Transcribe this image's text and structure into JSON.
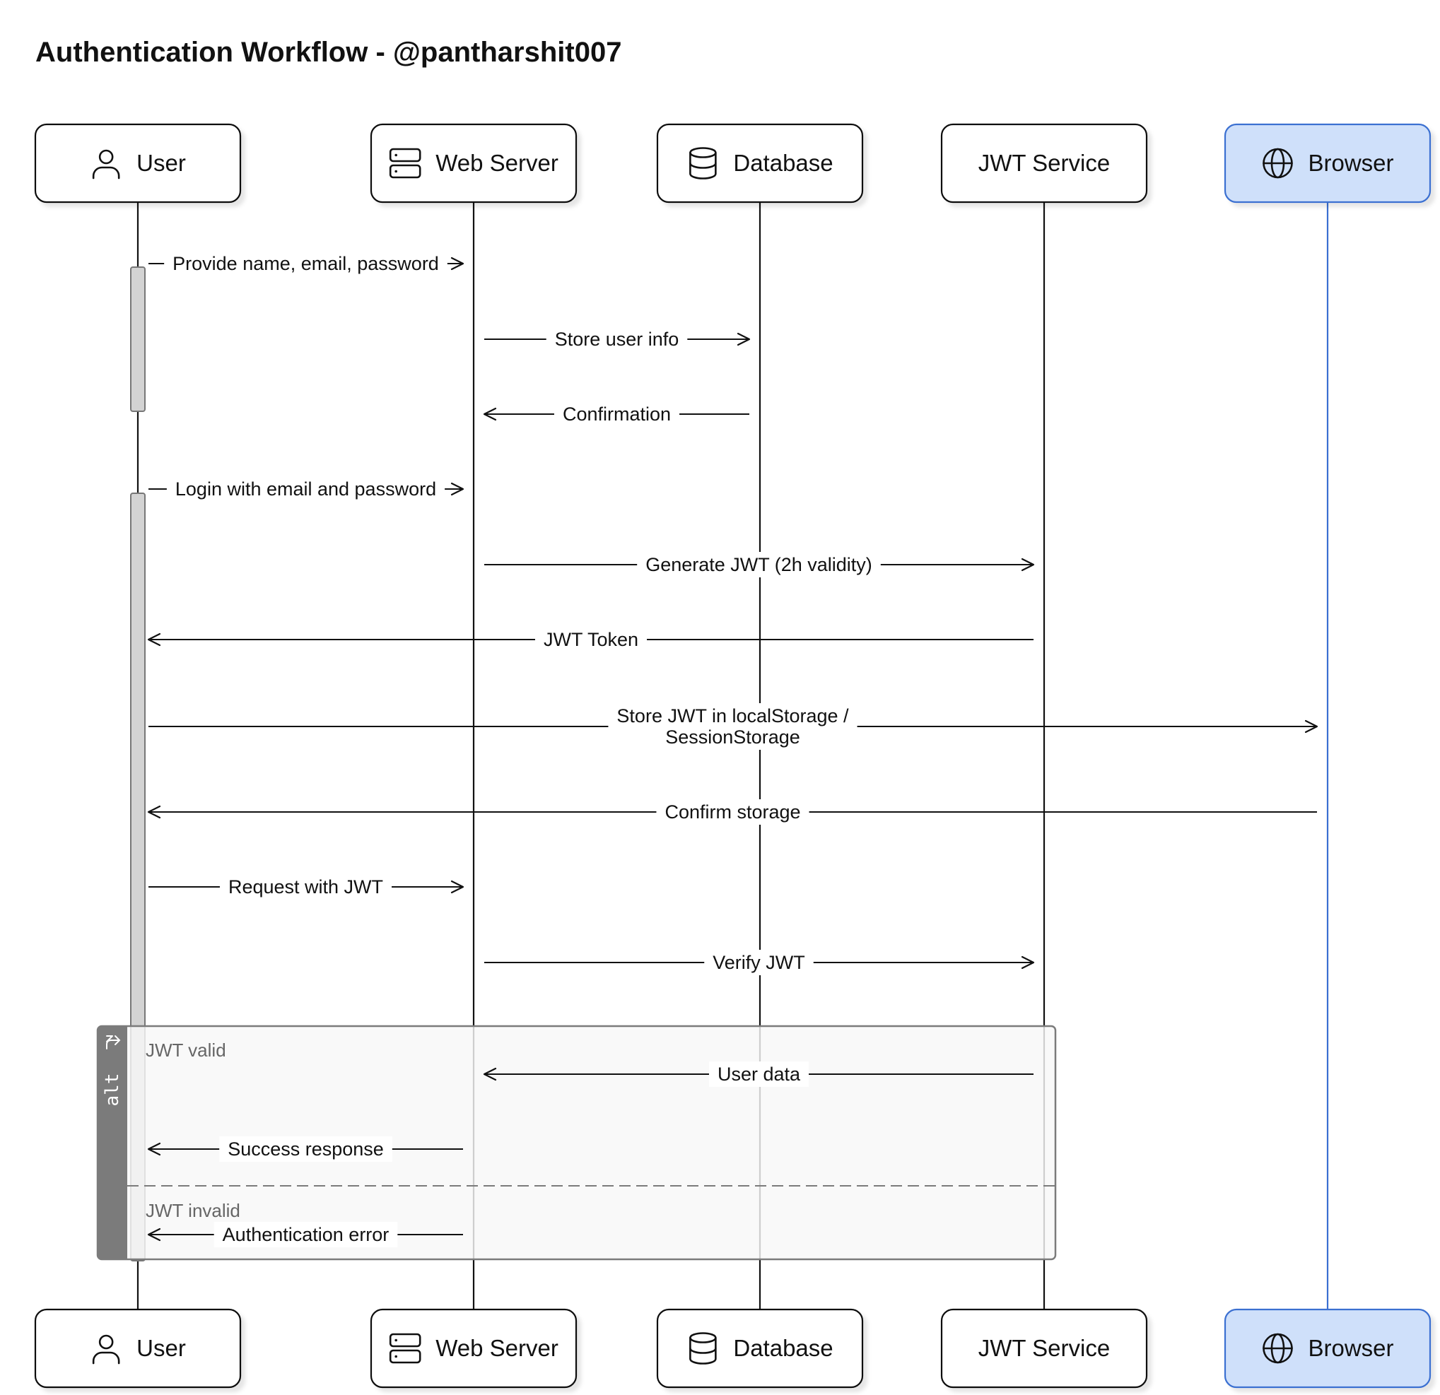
{
  "title": "Authentication Workflow - @pantharshit007",
  "actors": [
    {
      "id": "user",
      "label": "User",
      "icon": "user-icon",
      "highlight": false
    },
    {
      "id": "web",
      "label": "Web Server",
      "icon": "server-icon",
      "highlight": false
    },
    {
      "id": "db",
      "label": "Database",
      "icon": "database-icon",
      "highlight": false
    },
    {
      "id": "jwt",
      "label": "JWT Service",
      "icon": "",
      "highlight": false
    },
    {
      "id": "browser",
      "label": "Browser",
      "icon": "globe-icon",
      "highlight": true
    }
  ],
  "messages": [
    {
      "from": "user",
      "to": "web",
      "lines": [
        "Provide name, email, password"
      ]
    },
    {
      "from": "web",
      "to": "db",
      "lines": [
        "Store user info"
      ]
    },
    {
      "from": "db",
      "to": "web",
      "lines": [
        "Confirmation"
      ]
    },
    {
      "from": "user",
      "to": "web",
      "lines": [
        "Login with email and password"
      ]
    },
    {
      "from": "web",
      "to": "jwt",
      "lines": [
        "Generate JWT (2h validity)"
      ]
    },
    {
      "from": "jwt",
      "to": "user",
      "lines": [
        "JWT Token"
      ]
    },
    {
      "from": "user",
      "to": "browser",
      "lines": [
        "Store JWT in localStorage /",
        "SessionStorage"
      ]
    },
    {
      "from": "browser",
      "to": "user",
      "lines": [
        "Confirm storage"
      ]
    },
    {
      "from": "user",
      "to": "web",
      "lines": [
        "Request with JWT"
      ]
    },
    {
      "from": "web",
      "to": "jwt",
      "lines": [
        "Verify JWT"
      ]
    },
    {
      "from": "jwt",
      "to": "web",
      "lines": [
        "User data"
      ]
    },
    {
      "from": "web",
      "to": "user",
      "lines": [
        "Success response"
      ]
    },
    {
      "from": "web",
      "to": "user",
      "lines": [
        "Authentication error"
      ]
    }
  ],
  "alt_frame": {
    "operator": "alt",
    "sections": [
      {
        "guard": "JWT valid"
      },
      {
        "guard": "JWT invalid"
      }
    ]
  },
  "colors": {
    "browser_fill": "#cfe0fa",
    "browser_stroke": "#3a6fd1",
    "activation_fill": "#d3d3d3",
    "frame_fill": "#f8f8f8",
    "frame_tab": "#7b7b7b"
  }
}
